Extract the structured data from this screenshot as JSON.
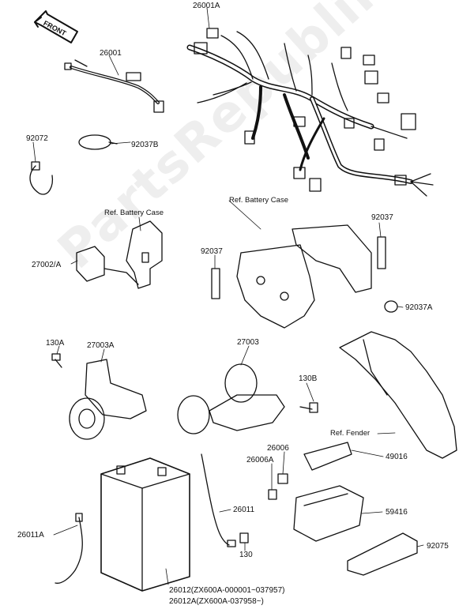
{
  "watermark": "PartsRepublik",
  "front_sign": "FRONT",
  "labels": {
    "p26001A": "26001A",
    "p26001": "26001",
    "p92072": "92072",
    "p92037B": "92037B",
    "ref_battery_case_1": "Ref. Battery Case",
    "ref_battery_case_2": "Ref. Battery Case",
    "p92037_right": "92037",
    "p27002A": "27002/A",
    "p92037_left": "92037",
    "p92037A": "92037A",
    "p130A": "130A",
    "p27003A": "27003A",
    "p27003": "27003",
    "p130B": "130B",
    "ref_fender": "Ref. Fender",
    "p26006": "26006",
    "p26006A": "26006A",
    "p49016": "49016",
    "p26011": "26011",
    "p59416": "59416",
    "p26011A": "26011A",
    "p130": "130",
    "p92075": "92075",
    "p26012": "26012(ZX600A-000001~037957)",
    "p26012A": "26012A(ZX600A-037958~)"
  },
  "colors": {
    "ink": "#111111",
    "paper": "#ffffff",
    "watermark": "#a0a0a0"
  }
}
